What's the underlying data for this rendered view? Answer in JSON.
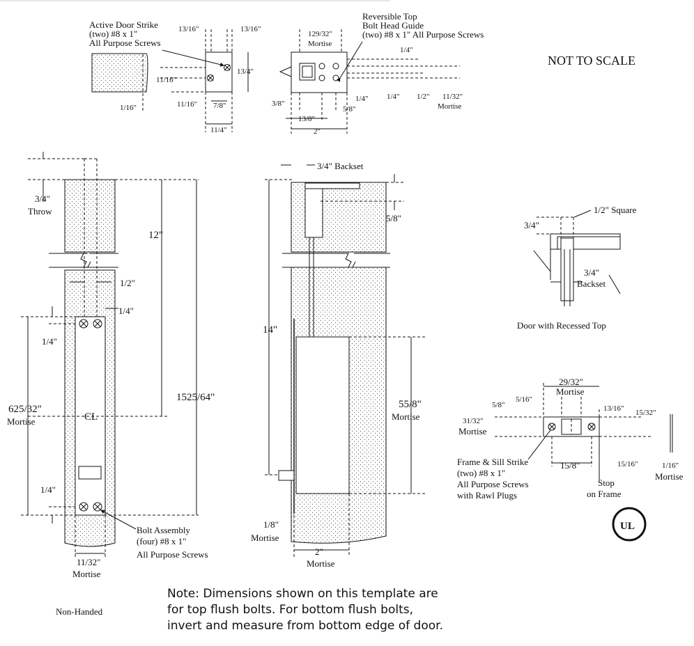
{
  "header": {
    "not_to_scale": "NOT TO SCALE"
  },
  "strike_detail": {
    "label_line1": "Active Door Strike",
    "label_line2": "(two) #8 x 1\"",
    "label_line3": "All Purpose Screws",
    "dim_top_left": "13/16\"",
    "dim_top_right": "13/16\"",
    "dim_height": "13/4\"",
    "dim_left": "11/16\"",
    "dim_bottom_left": "11/16\"",
    "dim_bottom_mid": "7/8\"",
    "dim_width": "11/4\"",
    "dim_edge": "1/16\""
  },
  "guide_detail": {
    "label_line1": "Reversible Top",
    "label_line2": "Bolt Head Guide",
    "label_line3": "(two) #8 x 1\" All Purpose Screws",
    "dim_mortise_top": "129/32\"",
    "dim_mortise_top_label": "Mortise",
    "dim_quarter_a": "1/4\"",
    "dim_quarter_b": "1/4\"",
    "dim_quarter_c": "1/4\"",
    "dim_half": "1/2\"",
    "dim_mortise_right": "11/32\"",
    "dim_mortise_right_label": "Mortise",
    "dim_3_8": "3/8\"",
    "dim_1_3_8": "13/8\"",
    "dim_5_8": "5/8\"",
    "dim_2": "2\""
  },
  "front_view": {
    "throw_value": "3/4\"",
    "throw_label": "Throw",
    "dim_12": "12\"",
    "dim_half": "1/2\"",
    "dim_quarter_top": "1/4\"",
    "dim_quarter_left": "1/4\"",
    "dim_overall": "1525/64\"",
    "dim_mortise_value": "625/32\"",
    "dim_mortise_label": "Mortise",
    "centerline": "CL",
    "dim_quarter_bottom": "1/4\"",
    "bolt_label_line1": "Bolt Assembly",
    "bolt_label_line2": "(four) #8 x 1\"",
    "bolt_label_line3": "All Purpose Screws",
    "width_value": "11/32\"",
    "width_label": "Mortise"
  },
  "side_view": {
    "backset": "3/4\" Backset",
    "dim_5_8": "5/8\"",
    "dim_14": "14\"",
    "dim_mortise_value": "55/8\"",
    "dim_mortise_label": "Mortise",
    "dim_eighth": "1/8\"",
    "dim_eighth_label": "Mortise",
    "dim_2": "2\"",
    "dim_2_label": "Mortise"
  },
  "recessed_detail": {
    "square": "1/2\" Square",
    "dim_3_4": "3/4\"",
    "backset_value": "3/4\"",
    "backset_label": "Backset",
    "caption": "Door with Recessed Top"
  },
  "frame_strike": {
    "dim_29_32": "29/32\"",
    "dim_29_32_label": "Mortise",
    "dim_5_8": "5/8\"",
    "dim_5_16": "5/16\"",
    "dim_13_16": "13/16\"",
    "dim_15_32": "15/32\"",
    "dim_31_32": "31/32\"",
    "dim_31_32_label": "Mortise",
    "dim_1_5_8": "15/8\"",
    "dim_15_16": "15/16\"",
    "dim_1_16": "1/16\"",
    "dim_1_16_label": "Mortise",
    "label_line1": "Frame & Sill Strike",
    "label_line2": "(two) #8 x 1\"",
    "label_line3": "All Purpose Screws",
    "label_line4": "with Rawl Plugs",
    "stop_line1": "Stop",
    "stop_line2": "on Frame",
    "ul_mark": "UL"
  },
  "footer": {
    "non_handed": "Non-Handed",
    "note_line1": "Note: Dimensions shown on this template are",
    "note_line2": "for top flush bolts. For bottom flush bolts,",
    "note_line3": "invert and measure from bottom edge of door."
  }
}
